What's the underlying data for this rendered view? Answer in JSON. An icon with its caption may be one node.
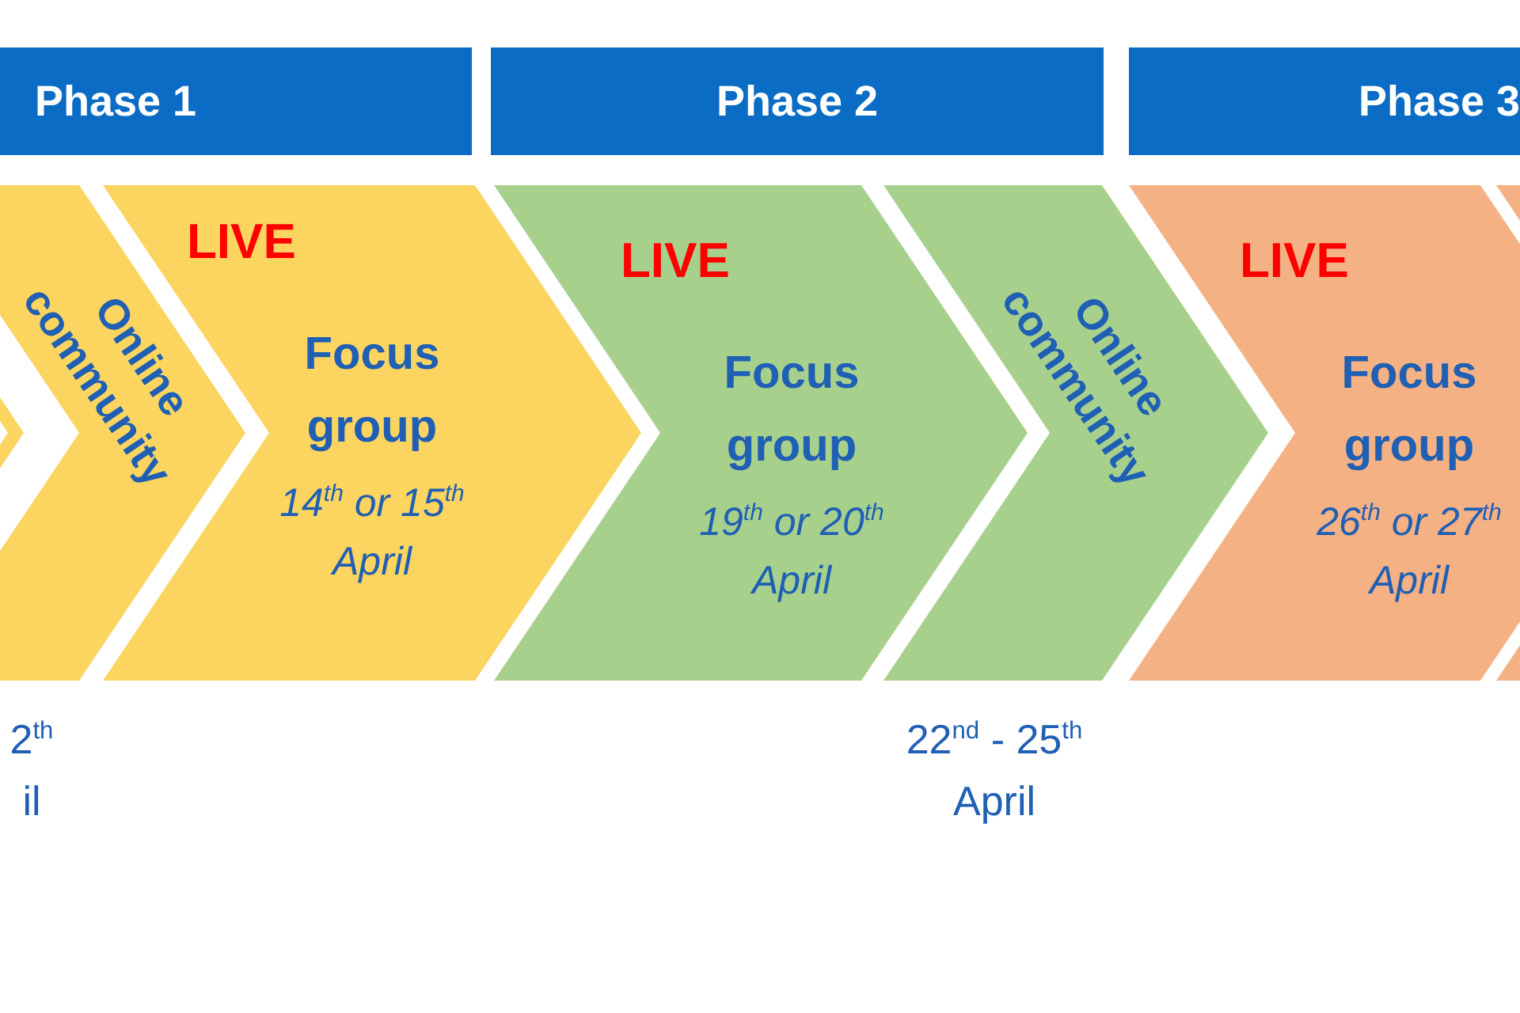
{
  "diagram": {
    "nodes": [
      {
        "text": [
          "Phase 1"
        ]
      },
      {
        "text": [
          "Phase 2"
        ]
      },
      {
        "text": [
          "Phase 3"
        ]
      },
      {
        "text": [],
        "shape": "chevron"
      },
      {
        "text": [
          "Online community"
        ],
        "beside": [
          "2$^{th}$ il"
        ]
      },
      {
        "text": [
          "LIVE",
          "Focus group",
          "14$^{th}$ or 15$^{th}$ April"
        ]
      },
      {
        "text": [
          "LIVE",
          "Focus group",
          "19$^{th}$ or 20$^{th}$ April"
        ]
      },
      {
        "text": [
          "Online community"
        ],
        "beside": [
          "22$^{nd}$ - 25$^{th}$ April"
        ]
      },
      {
        "text": [
          "LIVE",
          "Focus group",
          "26$^{th}$ or 27$^{th}$ April"
        ]
      },
      {
        "text": [],
        "shape": "chevron"
      }
    ]
  }
}
